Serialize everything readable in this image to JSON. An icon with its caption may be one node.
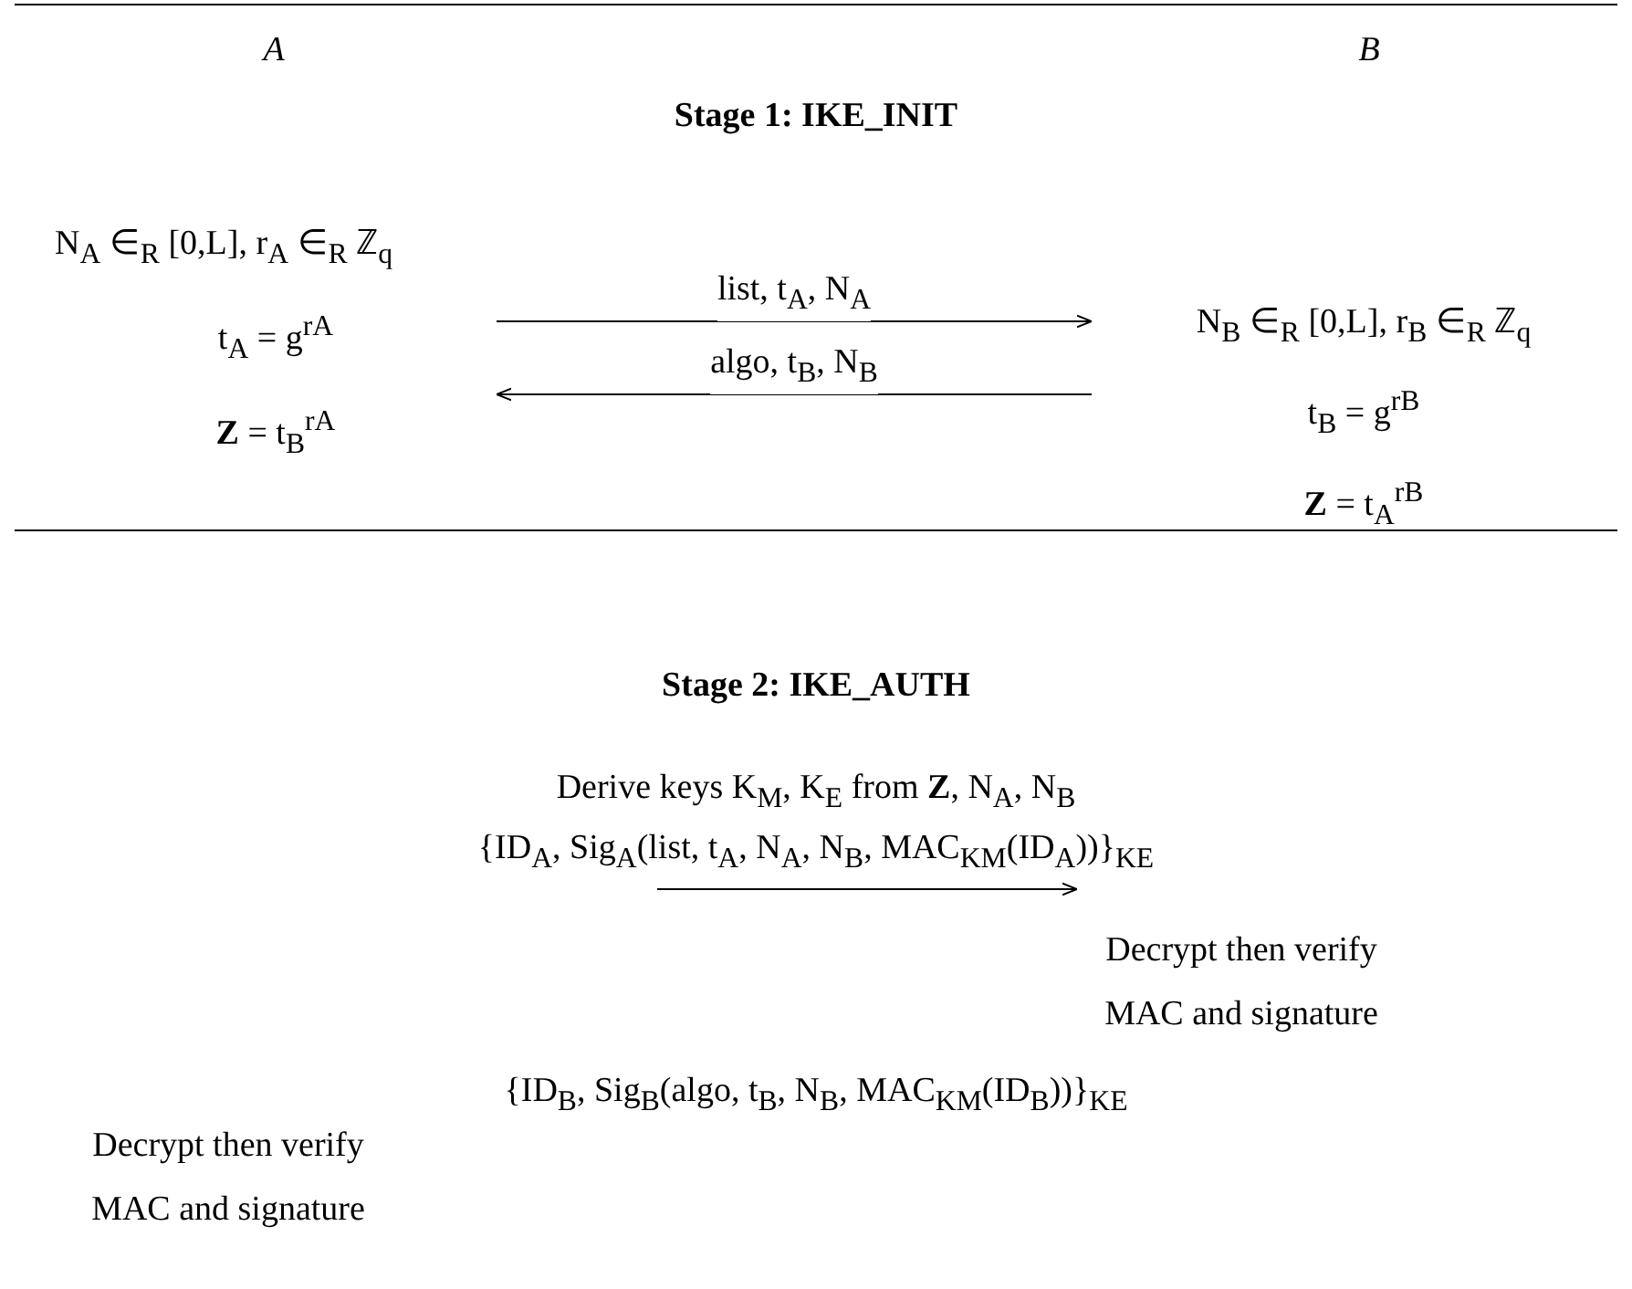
{
  "diagram": {
    "nodes": [
      {
        "text": [
          "N$_{A}$ ∈$_{R}$ [0,L], r$_{A}$ ∈$_{R}$ ℤ$_{q}$",
          "t$_{A}$ = g$^{rA}$",
          "**Z** = t$_{B}$$^{rA}$"
        ]
      },
      {
        "text": [
          "N$_{B}$ ∈$_{R}$ [0,L], r$_{B}$ ∈$_{R}$ ℤ$_{q}$",
          "t$_{B}$ = g$^{rB}$",
          "**Z** = t$_{A}$$^{rB}$"
        ]
      },
      {
        "text": [
          "Decrypt then verify MAC and signature"
        ]
      },
      {
        "text": [
          "Decrypt then verify MAC and signature"
        ]
      }
    ],
    "edges": [
      {
        "from": 0,
        "to": 1,
        "arrow": "to",
        "label": "list, t$_{A}$, N$_{A}$"
      },
      {
        "from": 1,
        "to": 0,
        "arrow": "to",
        "label": "algo, t$_{B}$, N$_{B}$"
      },
      {
        "from": null,
        "to": 2,
        "arrow": "to",
        "label": "{ID$_{A}$, Sig$_{A}$(list, t$_{A}$, N$_{A}$, N$_{B}$, MAC$_{KM}$(ID$_{A}$))}$_{KE}$"
      }
    ],
    "labels": [
      "A",
      "B",
      "Stage 1: IKE_INIT",
      "Stage 2: IKE_AUTH",
      "Derive keys K$_{M}$, K$_{E}$ from **Z**, N$_{A}$, N$_{B}$",
      "{ID$_{B}$, Sig$_{B}$(algo, t$_{B}$, N$_{B}$, MAC$_{KM}$(ID$_{B}$))}$_{KE}$"
    ]
  }
}
